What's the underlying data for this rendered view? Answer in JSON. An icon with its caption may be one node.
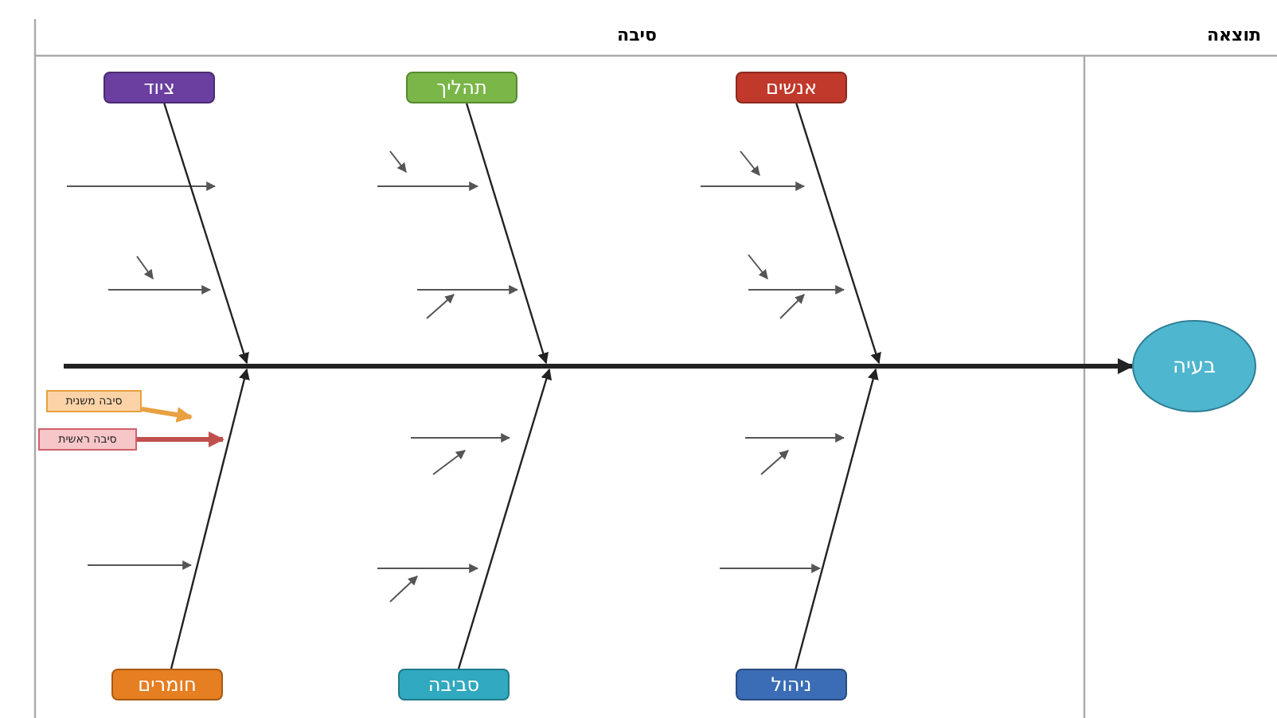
{
  "diagram": {
    "nodes": [
      {
        "text": [
          "בעיה"
        ]
      },
      {
        "text": [
          "ציוד"
        ]
      },
      {
        "text": [
          "תהליך"
        ]
      },
      {
        "text": [
          "אנשים"
        ]
      },
      {
        "text": [
          "חומרים"
        ]
      },
      {
        "text": [
          "סביבה"
        ]
      },
      {
        "text": [
          "ניהול"
        ]
      },
      {
        "text": [
          "סיבה משנית"
        ]
      },
      {
        "text": [
          "סיבה ראשית"
        ]
      }
    ],
    "edges": [
      {
        "from": null,
        "to": 0,
        "arrow": "to",
        "style": "thick"
      },
      {
        "from": 1,
        "to": null,
        "arrow": "to"
      },
      {
        "from": 2,
        "to": null,
        "arrow": "to"
      },
      {
        "from": 3,
        "to": null,
        "arrow": "to"
      },
      {
        "from": 4,
        "to": null,
        "arrow": "to"
      },
      {
        "from": 5,
        "to": null,
        "arrow": "to"
      },
      {
        "from": 6,
        "to": null,
        "arrow": "to"
      },
      {
        "from": 7,
        "to": null,
        "arrow": "to",
        "style": "thick",
        "color": "#e8a040"
      },
      {
        "from": 8,
        "to": null,
        "arrow": "to",
        "style": "thick",
        "color": "#c0504d"
      }
    ],
    "labels": [
      "סיבה",
      "תוצאה"
    ]
  }
}
